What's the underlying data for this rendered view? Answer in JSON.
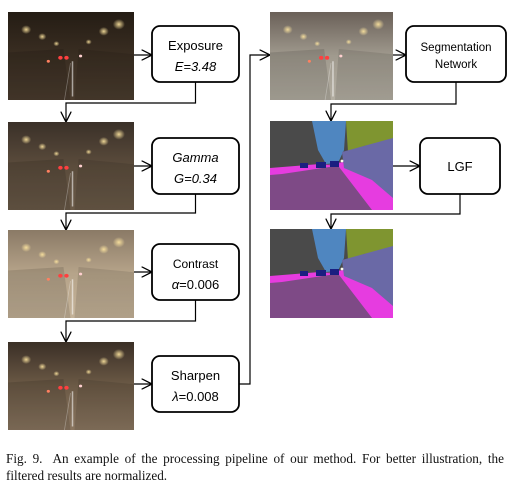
{
  "steps": [
    {
      "name": "Exposure",
      "param": "E=3.48",
      "param_italic": true
    },
    {
      "name": "Gamma",
      "param": "G=0.34",
      "name_italic": true,
      "param_italic": true
    },
    {
      "name": "Contrast",
      "param_symbol": "α",
      "param_value": "=0.006"
    },
    {
      "name": "Sharpen",
      "param_symbol": "λ",
      "param_value": "=0.008"
    }
  ],
  "segmentation_box": {
    "line1": "Segmentation",
    "line2": "Network"
  },
  "lgf_box": {
    "label": "LGF"
  },
  "segmentation_colors": {
    "magenta": "#e63ce0",
    "purple": "#7e4a86",
    "gray": "#4a4a4a",
    "blue": "#4f86c0",
    "olive": "#7f9530",
    "slate": "#6a69a6",
    "navy": "#1a1f80"
  },
  "caption": {
    "label": "Fig. 9.",
    "text": "An example of the processing pipeline of our method. For better illustration, the filtered results are normalized."
  }
}
